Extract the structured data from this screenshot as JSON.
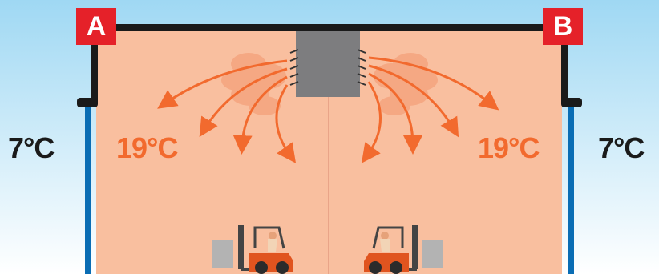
{
  "labels": {
    "left_building": "A",
    "right_building": "B",
    "outside_temp_left": "7°C",
    "outside_temp_right": "7°C",
    "inside_temp_left": "19°C",
    "inside_temp_right": "19°C"
  },
  "colors": {
    "sky_top": "#9fd8f3",
    "interior": "#f9bf9f",
    "wall": "#1a1a1a",
    "door_blue": "#0a6db4",
    "badge_red": "#e52129",
    "heat_arrow": "#f26a2e",
    "heater": "#7d7d7f",
    "forklift": "#e0541f"
  },
  "icons": [
    "heater-unit",
    "heat-arrow",
    "forklift-icon",
    "pallet-box"
  ]
}
